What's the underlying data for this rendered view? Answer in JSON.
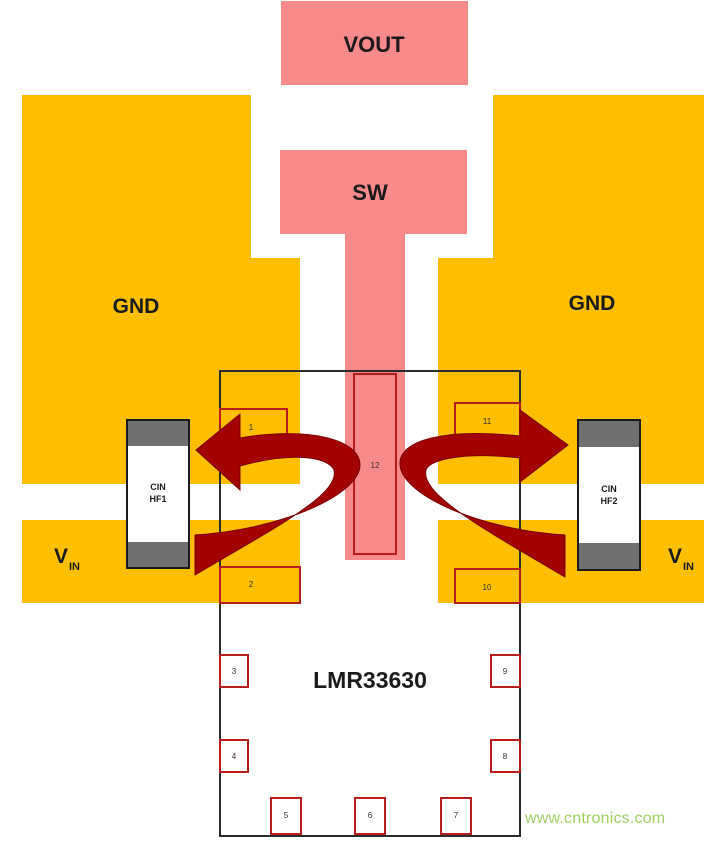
{
  "labels": {
    "vout": "VOUT",
    "sw": "SW",
    "gnd_left": "GND",
    "gnd_right": "GND",
    "vin_left_main": "V",
    "vin_left_sub": "IN",
    "vin_right_main": "V",
    "vin_right_sub": "IN",
    "ic_name": "LMR33630",
    "cap_left_line1": "CIN",
    "cap_left_line2": "HF1",
    "cap_right_line1": "CIN",
    "cap_right_line2": "HF2"
  },
  "pins": {
    "p1": "1",
    "p2": "2",
    "p3": "3",
    "p4": "4",
    "p5": "5",
    "p6": "6",
    "p7": "7",
    "p8": "8",
    "p9": "9",
    "p10": "10",
    "p11": "11",
    "p12": "12"
  },
  "watermark": "www.cntronics.com",
  "colors": {
    "copper": "#fdbf00",
    "sw_pad": "#f88a8a",
    "arrow": "#a30000",
    "pin_border": "#b91c1c",
    "cap_end": "#707070",
    "outline": "#2b2b2b"
  }
}
